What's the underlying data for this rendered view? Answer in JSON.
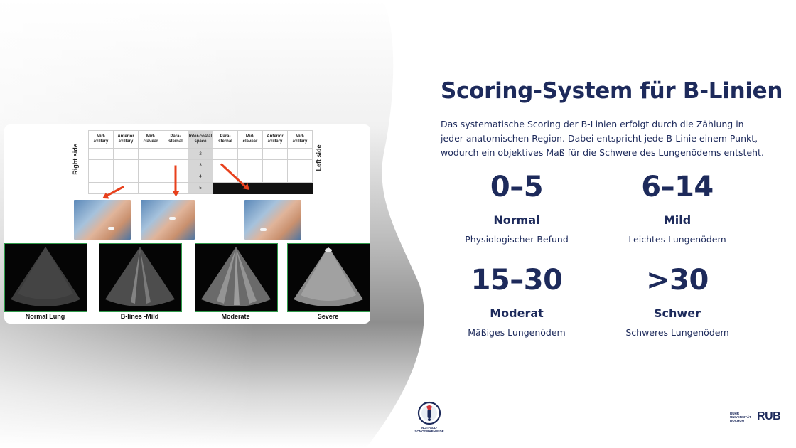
{
  "slide": {
    "title": "Scoring-System für B-Linien",
    "description": "Das systematische Scoring der B-Linien erfolgt durch die Zählung in jeder anatomischen Region. Dabei entspricht jede B-Linie einem Punkt, wodurch ein objektives Maß für die Schwere des Lungenödems entsteht.",
    "scores": [
      {
        "range": "0–5",
        "label": "Normal",
        "detail": "Physiologischer Befund"
      },
      {
        "range": "6–14",
        "label": "Mild",
        "detail": "Leichtes Lungenödem"
      },
      {
        "range": "15–30",
        "label": "Moderat",
        "detail": "Mäßiges Lungenödem"
      },
      {
        "range": ">30",
        "label": "Schwer",
        "detail": "Schweres Lungenödem"
      }
    ]
  },
  "figure": {
    "right_side_label": "Right side",
    "left_side_label": "Left side",
    "columns": [
      "Mid-\naxillary",
      "Anterior\naxillary",
      "Mid-\nclavear",
      "Para-\nsternal",
      "Inter-costal\nspace",
      "Para-\nsternal",
      "Mid-\nclavear",
      "Anterior\naxillary",
      "Mid-\naxillary"
    ],
    "intercostal_spaces": [
      "2",
      "3",
      "4",
      "5"
    ],
    "ultrasound_labels": [
      "Normal Lung",
      "B-lines -Mild",
      "Moderate",
      "Severe"
    ]
  },
  "logos": {
    "left_text": "NOTFALL-\nSONOGRAPHIE.DE",
    "right_small_text": "RUHR\nUNIVERSITÄT\nBOCHUM",
    "right_big_text": "RUB"
  },
  "colors": {
    "navy": "#1d2a5b",
    "arrow_red": "#e8401c",
    "frame_green": "#2f9a4a"
  }
}
